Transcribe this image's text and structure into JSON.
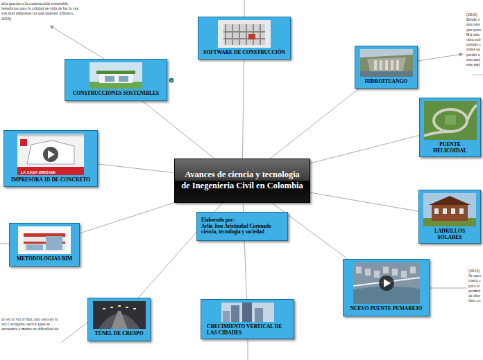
{
  "diagram": {
    "nodes": [
      {
        "text": [
          "Avances de ciencia y tecnologia de Inegenieria Civil en Colombia"
        ]
      },
      {
        "text": [
          "Elaborado por:",
          "Arlin Jose Aristizabal Coronado ciencia, tecnologia y sociedad"
        ]
      },
      {
        "text": [
          "SOFTWARE DE CONSTRUCCIÓN"
        ]
      },
      {
        "text": [
          "CONSTRUCCIONES SOSTENIBLES"
        ]
      },
      {
        "text": [
          "HIDROITUANGO"
        ]
      },
      {
        "text": [
          "PUENTE HELICOIDAL"
        ]
      },
      {
        "text": [
          "LADRILLOS SOLARES"
        ]
      },
      {
        "text": [
          "NUEVO PUENTE PUMAREJO"
        ]
      },
      {
        "text": [
          "CRECIMIENTO VERTICAL DE LAS CIDADES"
        ]
      },
      {
        "text": [
          "TÚNEL DE CRESPO"
        ]
      },
      {
        "text": [
          "METODOLOGIAS BIM"
        ]
      },
      {
        "text": [
          "IMPRESORA 3D DE CONCRETO"
        ]
      }
    ],
    "edges": [
      {
        "from": 0,
        "to": 2,
        "arrow": "none"
      },
      {
        "from": 0,
        "to": 3,
        "arrow": "none"
      },
      {
        "from": 0,
        "to": 4,
        "arrow": "none"
      },
      {
        "from": 0,
        "to": 5,
        "arrow": "none"
      },
      {
        "from": 0,
        "to": 6,
        "arrow": "none"
      },
      {
        "from": 0,
        "to": 7,
        "arrow": "none"
      },
      {
        "from": 0,
        "to": 8,
        "arrow": "none"
      },
      {
        "from": 0,
        "to": 9,
        "arrow": "none"
      },
      {
        "from": 0,
        "to": 10,
        "arrow": "none"
      },
      {
        "from": 0,
        "to": 11,
        "arrow": "none"
      }
    ],
    "labels": [
      "dría gracias a la construcción sostenible, beneficios para la calidad de vida de las la vez son más empresas las que quieren .(Dinero, 2019)",
      "(2010) Desde 1 una repr que pasa HA sido obra sob pasado c vidas pe perdió e esta mej este mej",
      "(2014) Se apro traerá c para el permiti de dise listo co",
      "po en la vía al mar, una obra en la vía Cartagena- sector pues se encuentra a menta su dificultad de",
      "LA CASA ORIGAMI"
    ]
  }
}
